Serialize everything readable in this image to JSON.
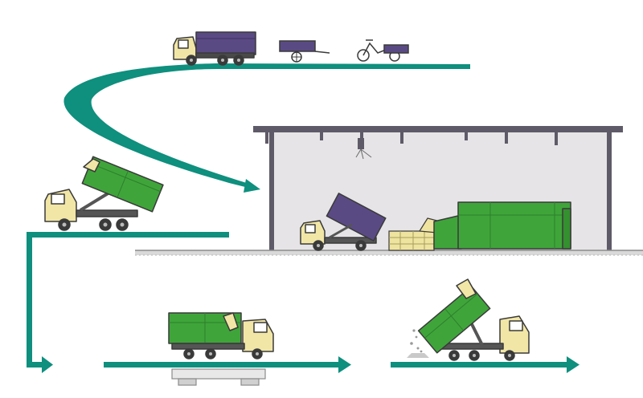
{
  "diagram": {
    "kind": "waste-transfer-process",
    "colors": {
      "flow_teal": "#0f8f7e",
      "truck_cab": "#f1e6a6",
      "container_green": "#3fa53a",
      "container_purple": "#5a4a84",
      "building_wall": "#e6e4e6",
      "building_roof": "#5f5a68",
      "ground_line": "#8c8c8c",
      "outline": "#3a3a3a"
    },
    "stages": [
      {
        "id": "collection",
        "icons": [
          "dump-truck-icon",
          "hand-cart-icon",
          "tricycle-cart-icon"
        ]
      },
      {
        "id": "arrival",
        "icons": [
          "hooklift-truck-tipping-icon"
        ]
      },
      {
        "id": "transfer-station",
        "icons": [
          "roof-light-icon",
          "dump-truck-unloading-icon",
          "hopper-icon",
          "compactor-icon"
        ]
      },
      {
        "id": "weighing",
        "icons": [
          "loaded-truck-icon",
          "weighbridge-icon"
        ]
      },
      {
        "id": "disposal",
        "icons": [
          "truck-dumping-icon"
        ]
      }
    ]
  }
}
